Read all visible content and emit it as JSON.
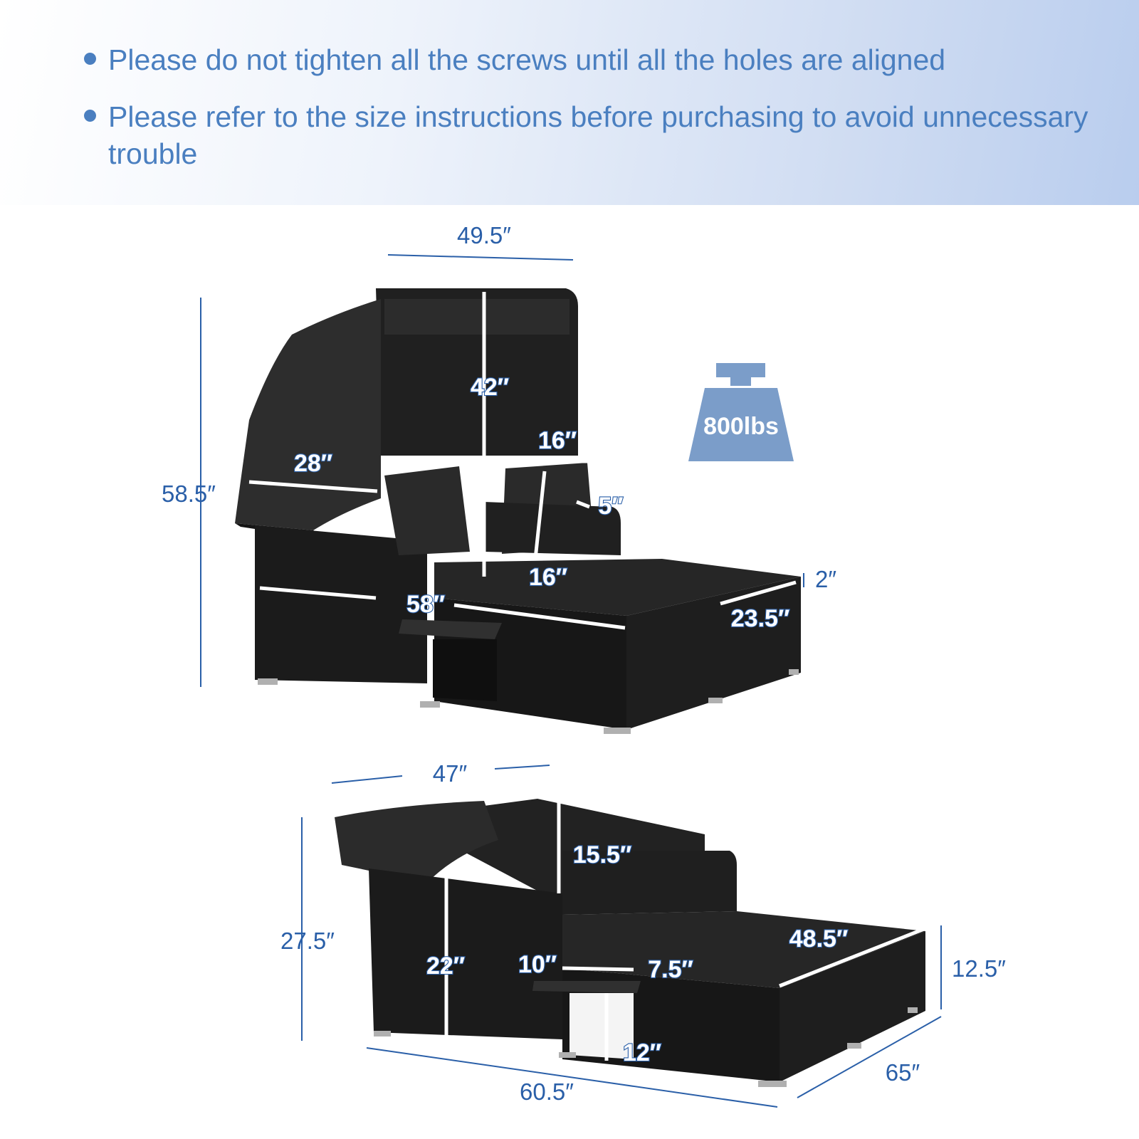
{
  "notes": [
    "Please do not tighten all the screws until all the holes are aligned",
    "Please refer to the size instructions before purchasing to avoid unnecessary trouble"
  ],
  "weight_capacity": "800lbs",
  "top_view": {
    "overall_width": "49.5″",
    "overall_height": "58.5″",
    "canopy_height": "42″",
    "canopy_depth": "28″",
    "pillow_width": "16″",
    "pillow_height": "16″",
    "pillow_thickness": "5″",
    "cushion_thickness": "2″",
    "seat_width": "58″",
    "seat_depth": "23.5″"
  },
  "bottom_view": {
    "canopy_width": "47″",
    "overall_height": "27.5″",
    "armrest_height": "22″",
    "backrest_height": "15.5″",
    "table_width": "10″",
    "table_depth": "7.5″",
    "table_height": "12″",
    "seat_length": "48.5″",
    "seat_height": "12.5″",
    "overall_length": "60.5″",
    "overall_depth": "65″"
  },
  "colors": {
    "accent": "#4a7fc0",
    "dimension_line": "#2a5fa8",
    "weight_icon": "#7b9dc9",
    "furniture": "#1c1c1c"
  }
}
